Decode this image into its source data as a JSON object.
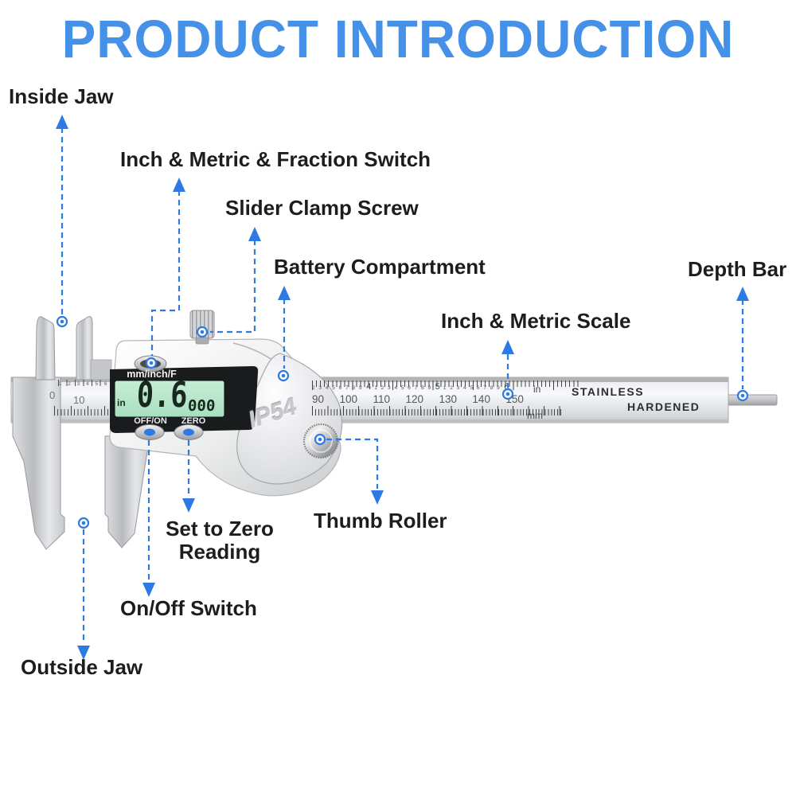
{
  "title": "PRODUCT INTRODUCTION",
  "labels": {
    "inside_jaw": "Inside Jaw",
    "fraction_switch": "Inch & Metric & Fraction Switch",
    "clamp_screw": "Slider Clamp Screw",
    "battery": "Battery Compartment",
    "scale": "Inch & Metric Scale",
    "depth_bar": "Depth Bar",
    "thumb_roller": "Thumb Roller",
    "zero_line1": "Set to Zero",
    "zero_line2": "Reading",
    "on_off": "On/Off Switch",
    "outside_jaw": "Outside Jaw"
  },
  "caliper": {
    "display": {
      "mode_switch": "mm/inch/F",
      "unit": "in",
      "reading_main": "0.6",
      "reading_small": "000",
      "button_left": "OFF/ON",
      "button_right": "ZERO",
      "ip_rating": "IP54"
    },
    "beam": {
      "stainless": "STAINLESS",
      "hardened": "HARDENED",
      "inch_unit": "in",
      "mm_unit": "mm",
      "left_tiny_digits": "1 2 3 4 5 6",
      "left_zero": "0",
      "left_ten": "10",
      "inch_tiny_1": "2 3 4 5 6 7 8 9",
      "inch_num_4": "4",
      "inch_tiny_2": "1 2 3 4 5 6 7 8 9",
      "inch_num_5": "5",
      "inch_tiny_3": "1 2 3 4 5 6 7 8 9",
      "inch_num_6": "6",
      "mm_numbers": [
        "90",
        "100",
        "110",
        "120",
        "130",
        "140",
        "150"
      ]
    }
  },
  "colors": {
    "title_blue": "#4691e8",
    "leader_blue": "#2e7ae4",
    "lcd_green": "#b9e6c9",
    "label_text": "#1d1d1f"
  }
}
